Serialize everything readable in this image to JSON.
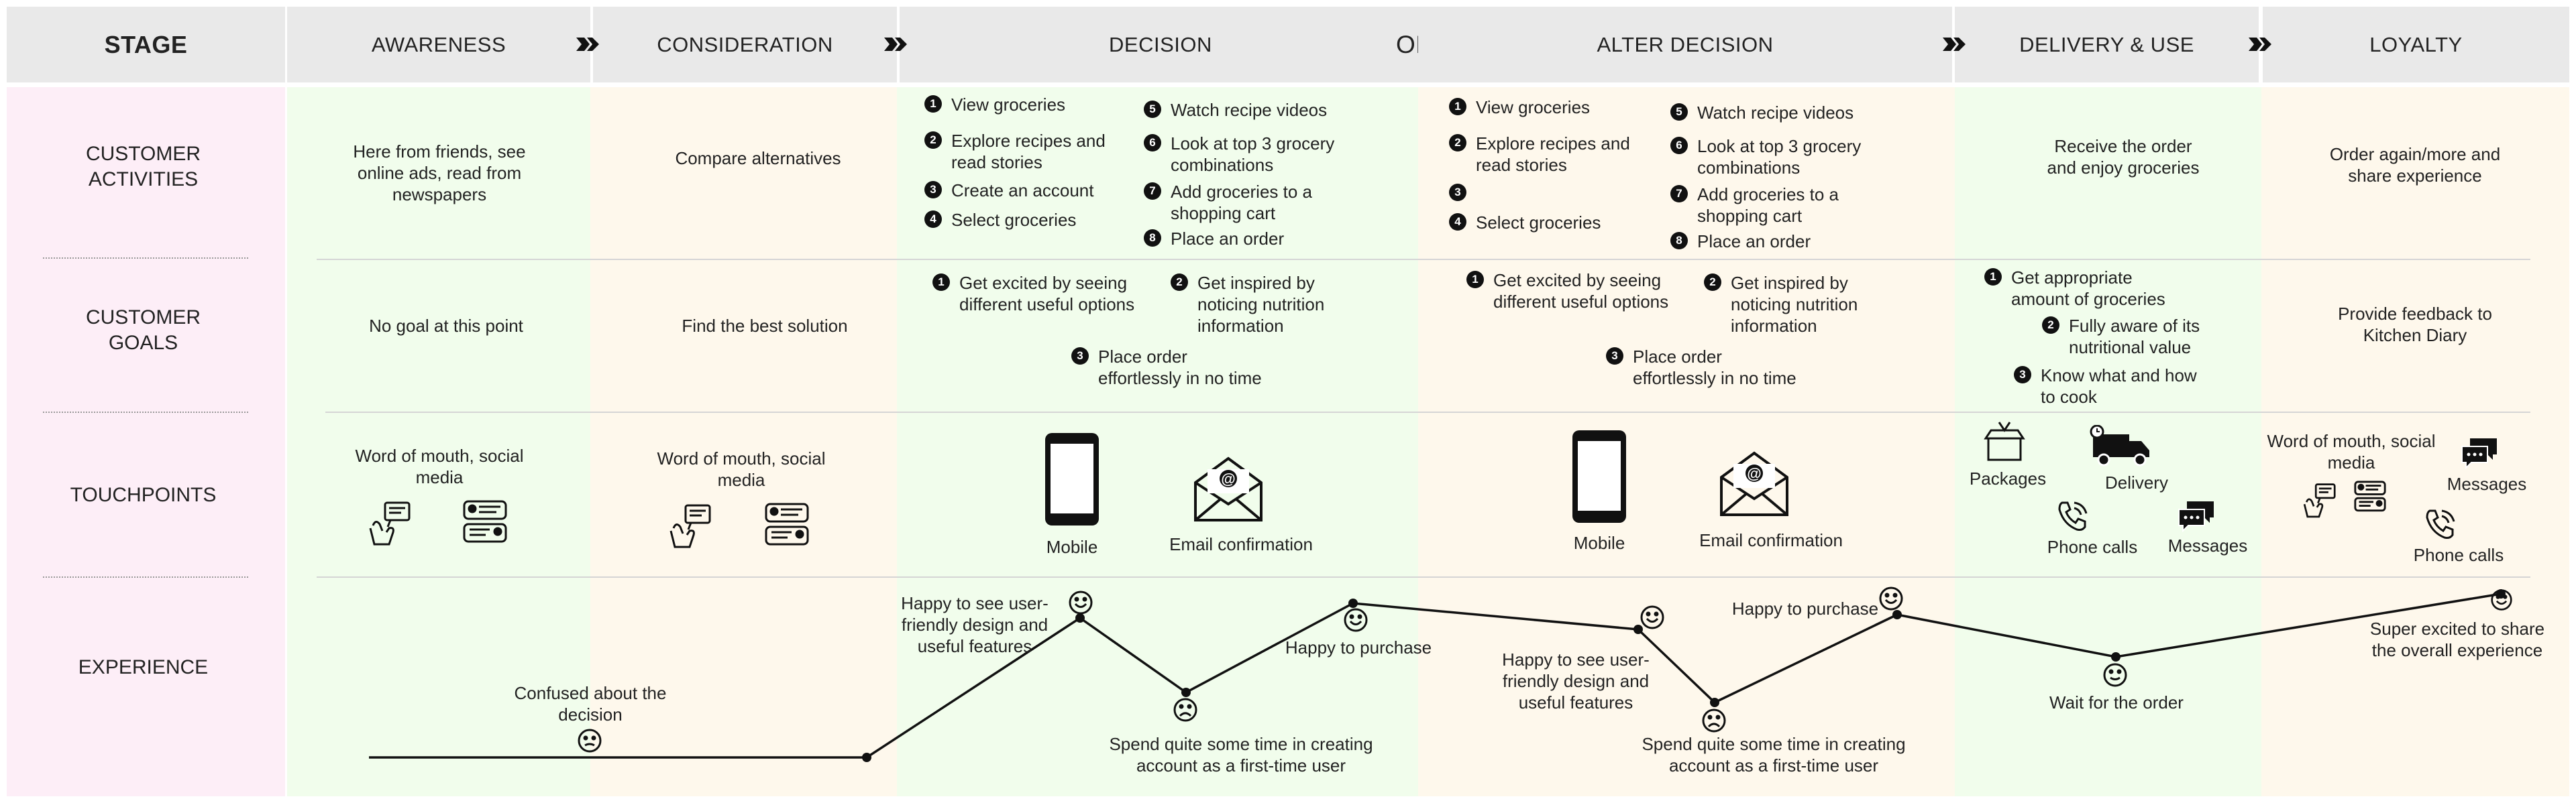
{
  "header": {
    "stage": "STAGE",
    "awareness": "AWARENESS",
    "consideration": "CONSIDERATION",
    "decision": "DECISION",
    "or": "OR",
    "alter_decision": "ALTER DECISION",
    "delivery": "DELIVERY & USE",
    "loyalty": "LOYALTY"
  },
  "rows": {
    "activities": "CUSTOMER ACTIVITIES",
    "goals": "CUSTOMER GOALS",
    "touchpoints": "TOUCHPOINTS",
    "experience": "EXPERIENCE"
  },
  "activities": {
    "awareness": "Here from friends, see online ads, read from newspapers",
    "consideration": "Compare alternatives",
    "decision": {
      "i1": "View groceries",
      "i2": "Explore recipes and read stories",
      "i3": "Create an account",
      "i4": "Select groceries",
      "i5": "Watch recipe videos",
      "i6": "Look at top 3 grocery combinations",
      "i7": "Add groceries to a shopping cart",
      "i8": "Place an order"
    },
    "alter": {
      "i1": "View groceries",
      "i2": "Explore recipes and read stories",
      "i3": "",
      "i4": "Select groceries",
      "i5": "Watch recipe videos",
      "i6": "Look at top 3 grocery combinations",
      "i7": "Add groceries to a shopping cart",
      "i8": "Place an order"
    },
    "delivery": "Receive the order and enjoy groceries",
    "loyalty": "Order again/more and share experience"
  },
  "goals": {
    "awareness": "No goal at this point",
    "consideration": "Find the best solution",
    "decision": {
      "g1": "Get excited by seeing different useful options",
      "g2": "Get inspired by noticing nutrition information",
      "g3": "Place order effortlessly in no time"
    },
    "alter": {
      "g1": "Get excited by seeing different useful options",
      "g2": "Get inspired by noticing nutrition information",
      "g3": "Place order effortlessly in no time"
    },
    "delivery": {
      "g1": "Get appropriate amount of groceries",
      "g2": "Fully aware of its nutritional value",
      "g3": "Know what and how to cook"
    },
    "loyalty": "Provide feedback to Kitchen Diary"
  },
  "touchpoints": {
    "awareness": "Word of mouth, social media",
    "consideration": "Word of mouth, social media",
    "decision_mobile": "Mobile",
    "decision_email": "Email confirmation",
    "alter_mobile": "Mobile",
    "alter_email": "Email confirmation",
    "packages": "Packages",
    "delivery": "Delivery",
    "phone_calls": "Phone calls",
    "messages": "Messages",
    "loyalty_wom": "Word of mouth, social media",
    "loyalty_messages": "Messages",
    "loyalty_phone": "Phone calls",
    "number_marks": [
      "1",
      "2",
      "3",
      "4",
      "5",
      "6",
      "7",
      "8"
    ]
  },
  "experience": {
    "e1": "Confused about the decision",
    "e2": "Happy to see user-friendly design and useful features",
    "e3": "Spend quite some time in creating account as a first-time user",
    "e4": "Happy to purchase",
    "e5": "Happy to see user-friendly design and useful features",
    "e6": "Spend quite some time in creating account as a first-time user",
    "e7": "Happy to purchase",
    "e8": "Wait for the order",
    "e9": "Super excited to share the overall experience"
  },
  "colors": {
    "awareness": "#f1fdec",
    "consideration": "#fef8ec",
    "decision": "#f1fdec",
    "alter": "#fef8ec",
    "delivery": "#f1fdec",
    "loyalty": "#fef8ec",
    "label_col": "#fdeef7",
    "header": "#e9e9e9"
  }
}
